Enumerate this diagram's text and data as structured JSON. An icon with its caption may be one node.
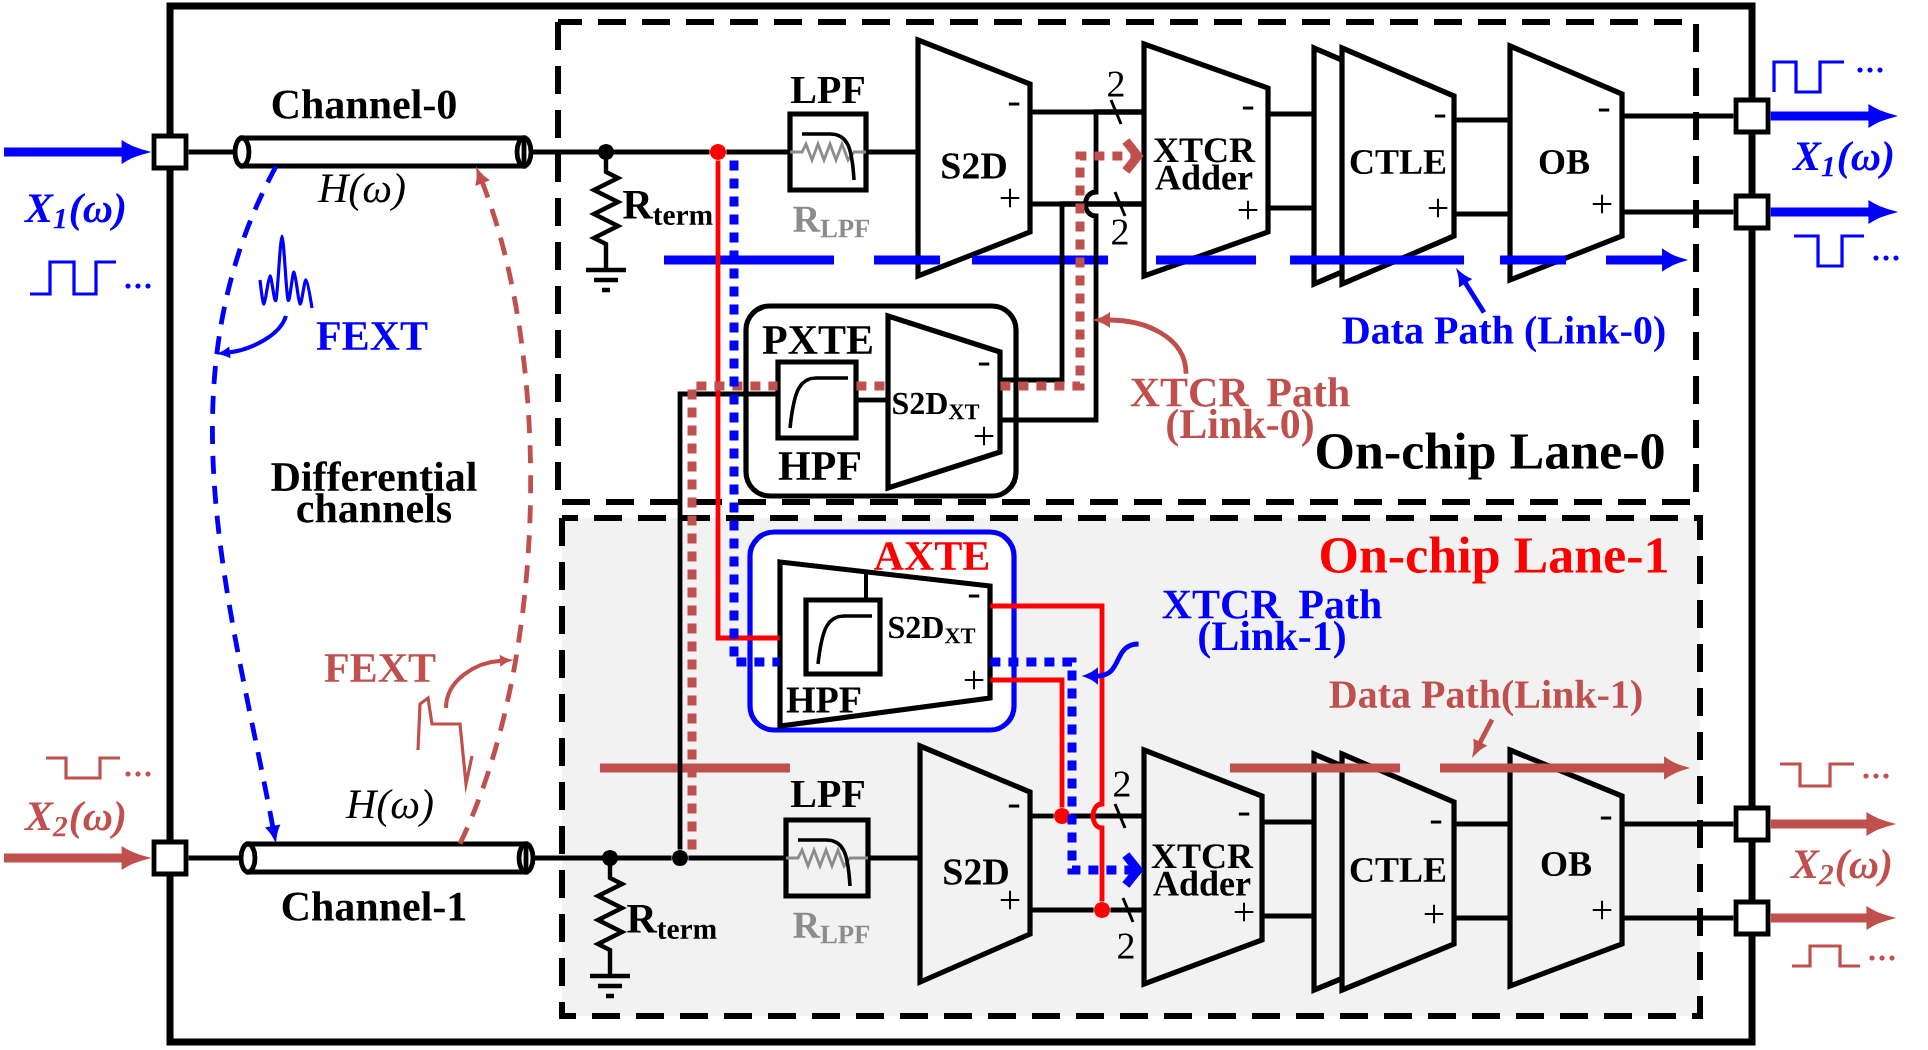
{
  "diagram": {
    "nodes": [
      {
        "text": [
          "On-chip Lane-0"
        ]
      },
      {
        "text": [
          "On-chip Lane-1"
        ]
      },
      {
        "text": [],
        "shape": "box"
      },
      {
        "text": [],
        "shape": "box"
      },
      {
        "text": [
          "Channel-0"
        ],
        "beside": [
          "H(ω)"
        ]
      },
      {
        "text": [
          "Channel-1"
        ],
        "beside": [
          "H(ω)"
        ]
      },
      {
        "text": [
          "LPF",
          "R$_{LPF}$"
        ],
        "in": 0
      },
      {
        "text": [
          "-",
          "S2D",
          "+"
        ],
        "in": 0
      },
      {
        "text": [
          "-",
          "XTCR Adder",
          "+"
        ],
        "in": 0
      },
      {
        "text": [
          "-",
          "CTLE",
          "+"
        ],
        "in": 0
      },
      {
        "text": [
          "-",
          "OB",
          "+"
        ],
        "in": 0
      },
      {
        "text": [
          "PXTE"
        ],
        "in": 0
      },
      {
        "text": [
          "HPF"
        ],
        "in": 11
      },
      {
        "text": [
          "-",
          "S2D$_{XT}$",
          "+"
        ],
        "in": 11
      },
      {
        "text": [
          "AXTE"
        ],
        "in": 1
      },
      {
        "text": [
          "-",
          "S2D$_{XT}$",
          "+"
        ],
        "in": 14
      },
      {
        "text": [
          "HPF"
        ],
        "in": 15
      },
      {
        "text": [
          "LPF",
          "R$_{LPF}$"
        ],
        "in": 1
      },
      {
        "text": [
          "-",
          "S2D",
          "+"
        ],
        "in": 1
      },
      {
        "text": [
          "-",
          "XTCR Adder",
          "+"
        ],
        "in": 1
      },
      {
        "text": [
          "-",
          "CTLE",
          "+"
        ],
        "in": 1
      },
      {
        "text": [
          "-",
          "OB",
          "+"
        ],
        "in": 1
      },
      {
        "text": [],
        "shape": "box"
      },
      {
        "text": [],
        "shape": "box"
      },
      {
        "text": [],
        "shape": "box"
      },
      {
        "text": [],
        "shape": "box"
      },
      {
        "text": [
          "Data Path (Link-0)"
        ],
        "in": 0
      },
      {
        "text": [
          "XTCR Path (Link-0)"
        ],
        "in": 0
      },
      {
        "text": [
          "XTCR Path (Link-1)"
        ],
        "in": 1
      },
      {
        "text": [
          "Data Path(Link-1)"
        ],
        "in": 1
      },
      {
        "text": [],
        "shape": "circle",
        "in": 0
      },
      {
        "text": [],
        "shape": "circle",
        "in": 1
      },
      {
        "text": [],
        "shape": "circle",
        "in": 1
      },
      {
        "text": [],
        "shape": "circle",
        "in": 1
      },
      {
        "text": [
          "X$_{1}$(ω)"
        ]
      },
      {
        "text": [
          "X$_{2}$(ω)"
        ]
      }
    ],
    "edges": [
      {
        "from": null,
        "to": 2,
        "arrow": "to",
        "style": "thick",
        "color": "#0000ff"
      },
      {
        "from": 2,
        "to": 4,
        "arrow": "none"
      },
      {
        "from": 4,
        "to": 30,
        "arrow": "none"
      },
      {
        "from": 30,
        "to": 6,
        "arrow": "none"
      },
      {
        "from": 6,
        "to": 7,
        "arrow": "none"
      },
      {
        "from": 7,
        "to": 8,
        "arrow": "none"
      },
      {
        "from": 7,
        "to": 8,
        "arrow": "none"
      },
      {
        "from": 8,
        "to": 9,
        "arrow": "none"
      },
      {
        "from": 8,
        "to": 9,
        "arrow": "none"
      },
      {
        "from": 9,
        "to": 10,
        "arrow": "none"
      },
      {
        "from": 9,
        "to": 10,
        "arrow": "none"
      },
      {
        "from": 10,
        "to": 22,
        "arrow": "none"
      },
      {
        "from": 10,
        "to": 23,
        "arrow": "none"
      },
      {
        "from": 22,
        "to": 34,
        "arrow": "to",
        "style": "thick",
        "color": "#0000ff"
      },
      {
        "from": 23,
        "to": 34,
        "arrow": "to",
        "style": "thick",
        "color": "#0000ff"
      },
      {
        "from": null,
        "to": 3,
        "arrow": "to",
        "style": "thick",
        "color": "#c0504d"
      },
      {
        "from": 3,
        "to": 5,
        "arrow": "none"
      },
      {
        "from": 5,
        "to": 31,
        "arrow": "none"
      },
      {
        "from": 31,
        "to": 17,
        "arrow": "none"
      },
      {
        "from": 17,
        "to": 18,
        "arrow": "none"
      },
      {
        "from": 18,
        "to": 32,
        "arrow": "none"
      },
      {
        "from": 32,
        "to": 19,
        "arrow": "none"
      },
      {
        "from": 18,
        "to": 33,
        "arrow": "none"
      },
      {
        "from": 33,
        "to": 19,
        "arrow": "none"
      },
      {
        "from": 19,
        "to": 20,
        "arrow": "none"
      },
      {
        "from": 19,
        "to": 20,
        "arrow": "none"
      },
      {
        "from": 20,
        "to": 21,
        "arrow": "none"
      },
      {
        "from": 20,
        "to": 21,
        "arrow": "none"
      },
      {
        "from": 21,
        "to": 24,
        "arrow": "none"
      },
      {
        "from": 21,
        "to": 25,
        "arrow": "none"
      },
      {
        "from": 24,
        "to": 35,
        "arrow": "to",
        "style": "thick",
        "color": "#c0504d"
      },
      {
        "from": 25,
        "to": 35,
        "arrow": "to",
        "style": "thick",
        "color": "#c0504d"
      },
      {
        "from": 31,
        "to": 12,
        "arrow": "none"
      },
      {
        "from": 12,
        "to": 13,
        "arrow": "none"
      },
      {
        "from": 13,
        "to": 8,
        "arrow": "none"
      },
      {
        "from": 13,
        "to": 8,
        "arrow": "none"
      },
      {
        "from": 30,
        "to": 15,
        "arrow": "none",
        "color": "#ff0000"
      },
      {
        "from": 15,
        "to": 33,
        "arrow": "none",
        "color": "#ff0000"
      },
      {
        "from": 15,
        "to": 32,
        "arrow": "none",
        "color": "#ff0000"
      },
      {
        "from": 4,
        "to": 5,
        "arrow": "to",
        "style": "dashed",
        "color": "#0000ff"
      },
      {
        "from": 5,
        "to": 4,
        "arrow": "to",
        "style": "dashed",
        "color": "#c0504d"
      },
      {
        "from": 26,
        "to": null,
        "arrow": "to",
        "color": "#0000ff"
      },
      {
        "from": 27,
        "to": null,
        "arrow": "to",
        "color": "#c0504d"
      },
      {
        "from": 28,
        "to": null,
        "arrow": "to",
        "color": "#0000ff"
      },
      {
        "from": 29,
        "to": null,
        "arrow": "to",
        "color": "#c0504d"
      },
      {
        "from": 31,
        "to": 12,
        "arrow": "none",
        "style": "dashed",
        "color": "#c0504d"
      },
      {
        "from": 12,
        "to": 13,
        "arrow": "none",
        "style": "dashed",
        "color": "#c0504d"
      },
      {
        "from": 13,
        "to": 8,
        "arrow": "to",
        "style": "dashed",
        "color": "#c0504d"
      },
      {
        "from": 30,
        "to": 15,
        "arrow": "none",
        "style": "dashed",
        "color": "#0000ff"
      },
      {
        "from": 15,
        "to": 19,
        "arrow": "to",
        "style": "dashed",
        "color": "#0000ff"
      }
    ],
    "labels": [
      "2",
      "R$_{term}$",
      "X$_{1}$(ω)",
      "2",
      "FEXT",
      "Differential channels",
      "FEXT",
      "2",
      "X$_{2}$(ω)",
      "R$_{term}$",
      "2"
    ]
  }
}
